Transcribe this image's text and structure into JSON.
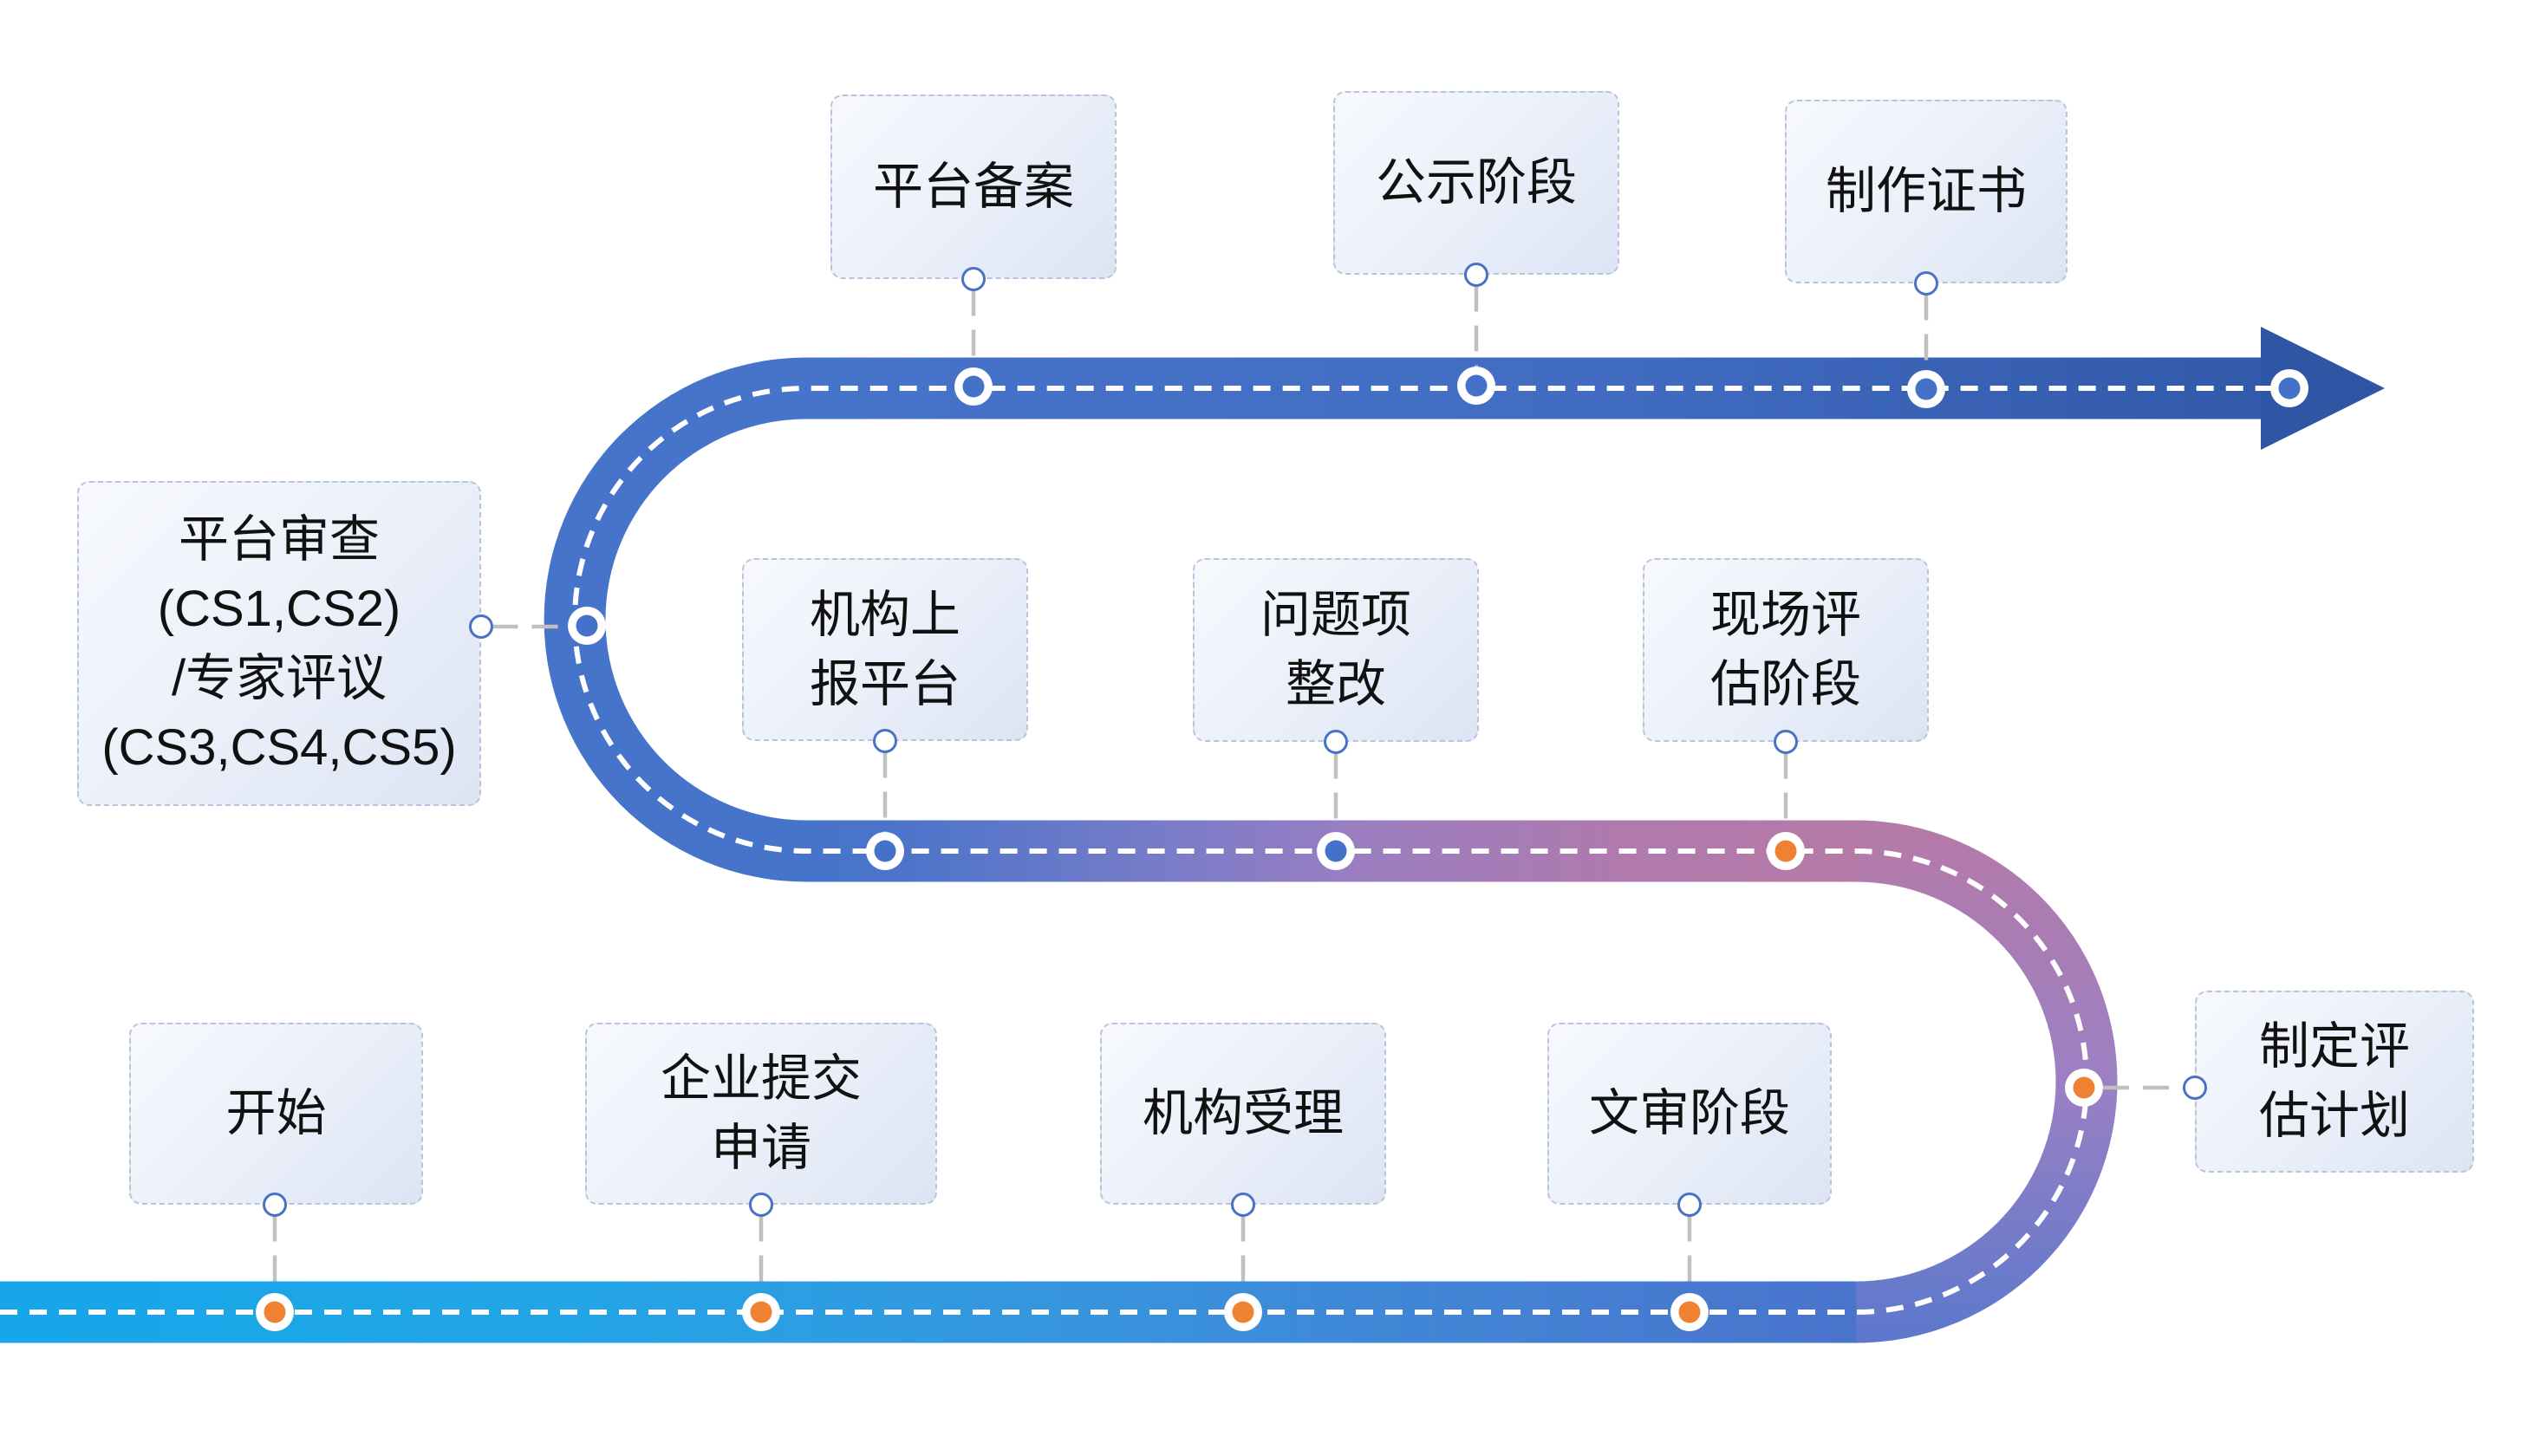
{
  "colors": {
    "completed_marker": "#ee8232",
    "pending_marker": "#4472c9",
    "connector_ring": "#4a72c4",
    "connector_line": "#c0c0c0",
    "text": "#111111"
  },
  "steps": [
    {
      "label": "开始",
      "lines": [
        "开始"
      ],
      "marker_color": "#ee8232"
    },
    {
      "label": "企业提交申请",
      "lines": [
        "企业提交",
        "申请"
      ],
      "marker_color": "#ee8232"
    },
    {
      "label": "机构受理",
      "lines": [
        "机构受理"
      ],
      "marker_color": "#ee8232"
    },
    {
      "label": "文审阶段",
      "lines": [
        "文审阶段"
      ],
      "marker_color": "#ee8232"
    },
    {
      "label": "制定评估计划",
      "lines": [
        "制定评",
        "估计划"
      ],
      "marker_color": "#ee8232"
    },
    {
      "label": "现场评估阶段",
      "lines": [
        "现场评",
        "估阶段"
      ],
      "marker_color": "#ee8232"
    },
    {
      "label": "问题项整改",
      "lines": [
        "问题项",
        "整改"
      ],
      "marker_color": "#4472c9"
    },
    {
      "label": "机构上报平台",
      "lines": [
        "机构上",
        "报平台"
      ],
      "marker_color": "#4472c9"
    },
    {
      "label": "平台审查(CS1,CS2)/专家评议(CS3,CS4,CS5)",
      "lines": [
        "平台审查",
        "(CS1,CS2)",
        "/专家评议",
        "(CS3,CS4,CS5)"
      ],
      "marker_color": "#4472c9"
    },
    {
      "label": "平台备案",
      "lines": [
        "平台备案"
      ],
      "marker_color": "#4472c9"
    },
    {
      "label": "公示阶段",
      "lines": [
        "公示阶段"
      ],
      "marker_color": "#4472c9"
    },
    {
      "label": "制作证书",
      "lines": [
        "制作证书"
      ],
      "marker_color": "#4472c9"
    }
  ],
  "end_marker": {
    "color": "#4472c9"
  }
}
